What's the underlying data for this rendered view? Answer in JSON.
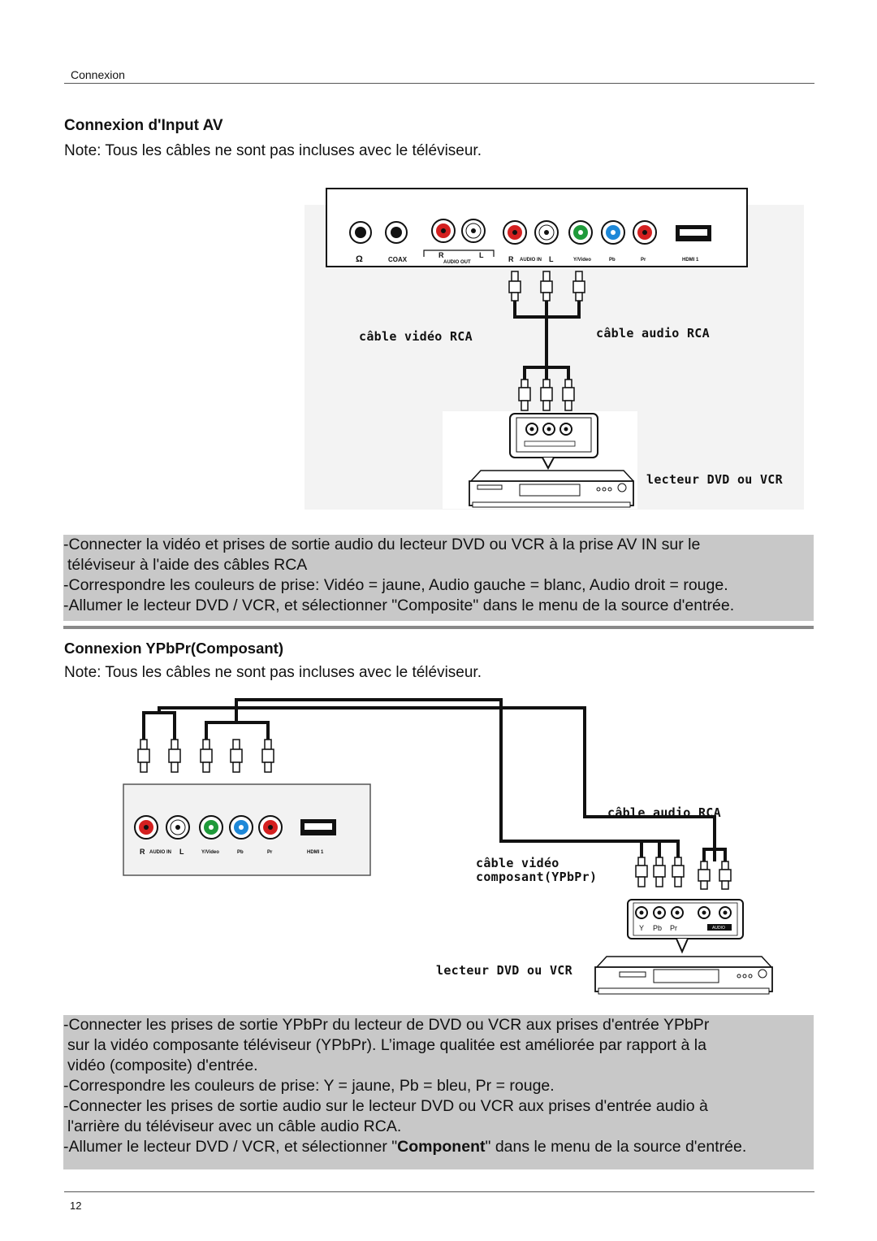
{
  "header": {
    "section": "Connexion"
  },
  "av": {
    "title": "Connexion d'Input AV",
    "note": "Note: Tous les câbles ne sont pas incluses avec le téléviseur.",
    "panel_labels": {
      "coax": "COAX",
      "r": "R",
      "l": "L",
      "audio_out": "AUDIO OUT",
      "audio_in": "AUDIO IN",
      "yvideo": "Y/Video",
      "pb": "Pb",
      "pr": "Pr",
      "hdmi": "HDMI 1"
    },
    "label_video_cable": "câble vidéo RCA",
    "label_audio_cable": "câble audio RCA",
    "label_player": "lecteur DVD ou VCR",
    "instructions": [
      "-Connecter la vidéo et prises de sortie audio du lecteur DVD ou VCR à la prise AV IN sur le",
      "téléviseur à l'aide des câbles RCA",
      "-Correspondre les couleurs de prise: Vidéo = jaune, Audio gauche = blanc, Audio droit = rouge.",
      "-Allumer le lecteur DVD / VCR, et sélectionner \"Composite\" dans le menu de la source d'entrée."
    ]
  },
  "ypbpr": {
    "title": "Connexion YPbPr(Composant)",
    "note": "Note: Tous les câbles ne sont pas incluses avec le téléviseur.",
    "panel_labels": {
      "r": "R",
      "audio_in": "AUDIO IN",
      "l": "L",
      "yvideo": "Y/Video",
      "pb": "Pb",
      "pr": "Pr",
      "hdmi": "HDMI 1"
    },
    "label_audio_cable": "câble audio RCA",
    "label_component_line1": "câble vidéo",
    "label_component_line2": "composant(YPbPr)",
    "label_player": "lecteur DVD ou VCR",
    "player_labels": {
      "y": "Y",
      "pb": "Pb",
      "pr": "Pr",
      "audio": "AUDIO"
    },
    "instructions": [
      "-Connecter les prises de sortie YPbPr du lecteur de DVD ou VCR aux prises d'entrée YPbPr",
      "sur la vidéo composante téléviseur (YPbPr). L’image qualitée est améliorée par rapport à la",
      "vidéo (composite) d'entrée.",
      "-Correspondre les couleurs de prise: Y = jaune, Pb = bleu, Pr = rouge.",
      "-Connecter les prises de sortie audio sur le lecteur DVD ou VCR aux prises d'entrée audio à",
      "l'arrière du téléviseur avec un câble audio RCA."
    ],
    "last_line": {
      "before": "-Allumer le lecteur DVD / VCR, et sélectionner \"",
      "bold": "Component",
      "after": "\" dans le menu de la source d'entrée."
    }
  },
  "footer": {
    "page_number": "12"
  },
  "colors": {
    "jack_red": "#d42020",
    "jack_green": "#1f9a3a",
    "jack_blue": "#1e88d8",
    "box_grey": "#c8c8c8"
  }
}
